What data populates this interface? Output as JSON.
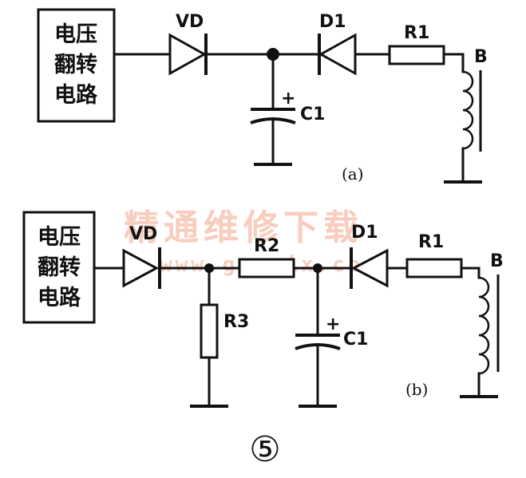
{
  "watermark": {
    "title": "精通维修下载",
    "url": "www.gzweix.com"
  },
  "circuit_a": {
    "box_lines": [
      "电压",
      "翻转",
      "电路"
    ],
    "labels": {
      "vd": "VD",
      "d1": "D1",
      "r1": "R1",
      "b": "B",
      "c1": "C1",
      "plus": "+"
    },
    "caption": "(a)"
  },
  "circuit_b": {
    "box_lines": [
      "电压",
      "翻转",
      "电路"
    ],
    "labels": {
      "vd": "VD",
      "r2": "R2",
      "d1": "D1",
      "r1": "R1",
      "b": "B",
      "r3": "R3",
      "c1": "C1",
      "plus": "+"
    },
    "caption": "(b)"
  },
  "figure_number": "⑤"
}
